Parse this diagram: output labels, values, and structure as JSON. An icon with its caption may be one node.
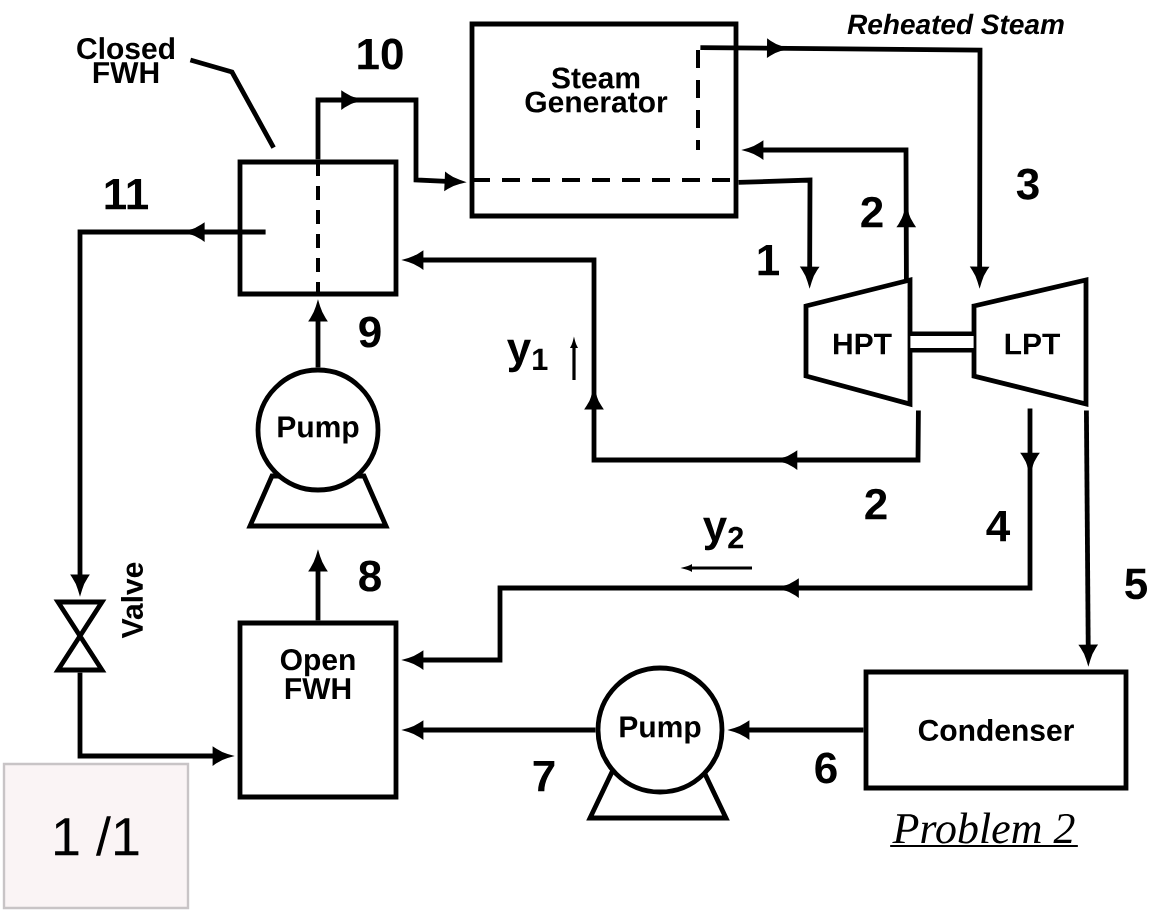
{
  "diagram": {
    "nodes": [
      {
        "text": [
          "Closed FWH"
        ]
      },
      {
        "text": [],
        "shape": "box"
      },
      {
        "text": [
          "Steam Generator"
        ]
      },
      {
        "text": [
          "HPT"
        ]
      },
      {
        "text": [
          "LPT"
        ]
      },
      {
        "text": [
          "Pump"
        ]
      },
      {
        "text": [
          "Open FWH"
        ]
      },
      {
        "text": [
          "Pump"
        ]
      },
      {
        "text": [
          "Condenser"
        ]
      },
      {
        "text": [],
        "shape": "valve",
        "beside": [
          "Valve"
        ]
      },
      {
        "text": [
          "1 /1"
        ]
      }
    ],
    "edges": [
      {
        "from": 0,
        "to": 1,
        "arrow": "none"
      },
      {
        "from": 2,
        "to": 3,
        "arrow": "to",
        "label": "1"
      },
      {
        "from": 3,
        "to": 2,
        "arrow": "to",
        "label": "2"
      },
      {
        "from": 2,
        "to": 4,
        "arrow": "to",
        "label": "3"
      },
      {
        "from": 3,
        "to": 1,
        "arrow": "to",
        "label": "2"
      },
      {
        "from": 4,
        "to": 6,
        "arrow": "to",
        "label": "4"
      },
      {
        "from": 4,
        "to": 8,
        "arrow": "to",
        "label": "5"
      },
      {
        "from": 8,
        "to": 7,
        "arrow": "to",
        "label": "6"
      },
      {
        "from": 7,
        "to": 6,
        "arrow": "to",
        "label": "7"
      },
      {
        "from": 6,
        "to": 5,
        "arrow": "to",
        "label": "8"
      },
      {
        "from": 5,
        "to": 1,
        "arrow": "to",
        "label": "9"
      },
      {
        "from": 1,
        "to": 2,
        "arrow": "to",
        "label": "10"
      },
      {
        "from": 1,
        "to": 9,
        "arrow": "to",
        "label": "11"
      },
      {
        "from": 9,
        "to": 6,
        "arrow": "to"
      },
      {
        "from": 3,
        "to": 4,
        "arrow": "none",
        "style": "thick"
      }
    ],
    "labels": [
      "Reheated Steam",
      "y$_{1}$",
      "y$_{2}$",
      "Problem 2"
    ]
  }
}
